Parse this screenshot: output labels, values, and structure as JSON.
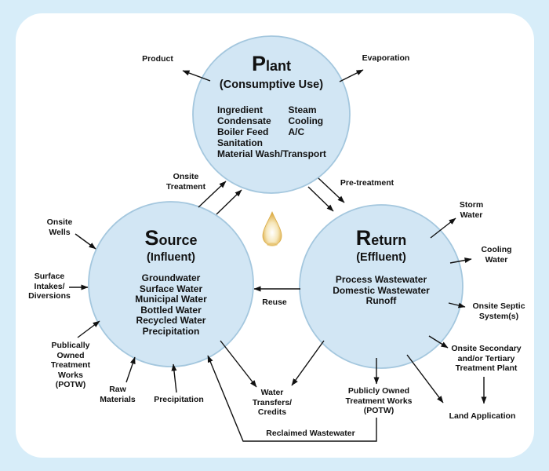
{
  "colors": {
    "page_background": "#d7edf9",
    "panel_background": "#ffffff",
    "circle_fill": "#d2e6f4",
    "circle_border": "#a4c7de",
    "text": "#111111",
    "drop_gold": "#dfaf4a"
  },
  "circles": {
    "plant": {
      "title_initial": "P",
      "title_rest": "lant",
      "subtitle": "(Consumptive Use)",
      "items_left": [
        "Ingredient",
        "Condensate",
        "Boiler Feed",
        "Sanitation",
        "Material Wash/Transport"
      ],
      "items_right": [
        "Steam",
        "Cooling",
        "A/C"
      ]
    },
    "source": {
      "title_initial": "S",
      "title_rest": "ource",
      "subtitle": "(Influent)",
      "items": [
        "Groundwater",
        "Surface Water",
        "Municipal Water",
        "Bottled Water",
        "Recycled Water",
        "Precipitation"
      ]
    },
    "return": {
      "title_initial": "R",
      "title_rest": "eturn",
      "subtitle": "(Effluent)",
      "items": [
        "Process Wastewater",
        "Domestic Wastewater",
        "Runoff"
      ]
    }
  },
  "labels": {
    "product": "Product",
    "evaporation": "Evaporation",
    "onsite_treatment": "Onsite\nTreatment",
    "pre_treatment": "Pre-treatment",
    "onsite_wells": "Onsite\nWells",
    "surface_intakes": "Surface\nIntakes/\nDiversions",
    "potw_left": "Publically\nOwned\nTreatment\nWorks\n(POTW)",
    "raw_materials": "Raw\nMaterials",
    "precipitation": "Precipitation",
    "reuse": "Reuse",
    "water_transfers": "Water\nTransfers/\nCredits",
    "potw_bottom": "Publicly Owned\nTreatment Works\n(POTW)",
    "reclaimed_wastewater": "Reclaimed Wastewater",
    "storm_water": "Storm\nWater",
    "cooling_water": "Cooling\nWater",
    "onsite_septic": "Onsite Septic\nSystem(s)",
    "onsite_secondary": "Onsite Secondary\nand/or Tertiary\nTreatment Plant",
    "land_application": "Land Application"
  }
}
